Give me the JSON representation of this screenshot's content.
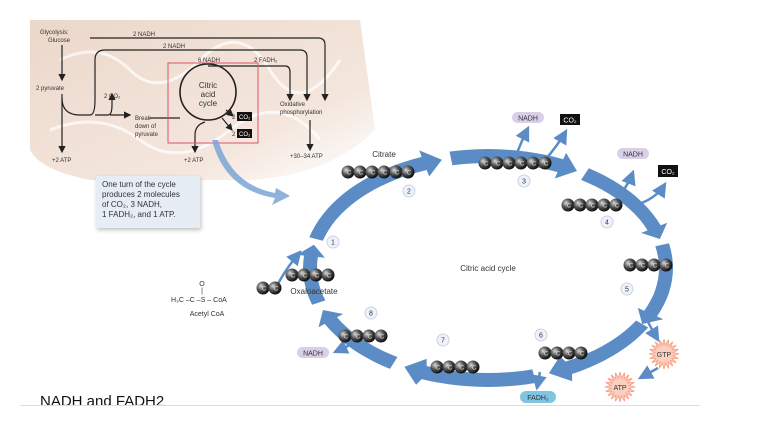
{
  "overview": {
    "glycolysis": "Glycolysis:",
    "glucose": "Glucose",
    "nadh_glycolysis": "2 NADH",
    "nadh_pyruvate": "2 NADH",
    "nadh_cycle": "6 NADH",
    "fadh2_cycle": "2 FADH₂",
    "pyruvate": "2 pyruvate",
    "co2_breakdown": "2 CO₂",
    "breakdown": [
      "Break-",
      "down of",
      "pyruvate"
    ],
    "cycle_label": [
      "Citric",
      "acid",
      "cycle"
    ],
    "co2_out_1": "2",
    "co2_out_2": "2",
    "co2_box": "CO₂",
    "oxphos": [
      "Oxidative",
      "phosphorylation"
    ],
    "atp_glycolysis": "+2 ATP",
    "atp_cycle": "+2 ATP",
    "atp_oxphos": "+30–34 ATP"
  },
  "callout": {
    "lines": [
      "One turn of the cycle",
      "produces 2 molecules",
      "of CO₂, 3 NADH,",
      "1 FADH₂, and 1 ATP."
    ]
  },
  "cycle": {
    "center_label": "Citric acid cycle",
    "citrate": "Citrate",
    "oxaloacetate": "Oxaloacetate",
    "carbon": "C",
    "steps": [
      "1",
      "2",
      "3",
      "4",
      "5",
      "6",
      "7",
      "8"
    ],
    "nadh": "NADH",
    "co2": "CO₂",
    "fadh2": "FADH₂",
    "gtp": "GTP",
    "atp": "ATP",
    "acetyl_coa": {
      "o": "O",
      "formula": "H₃C  –C –S – CoA",
      "name": "Acetyl CoA"
    }
  },
  "colors": {
    "arrow": "#5b8cc6",
    "nadh": "#d9d0e8",
    "fadh2": "#7fc4e0",
    "co2": "#111111",
    "starburst": "#f6a58a",
    "highlight_box": "#e0506a"
  },
  "slide": {
    "title": "NADH and FADH2"
  }
}
